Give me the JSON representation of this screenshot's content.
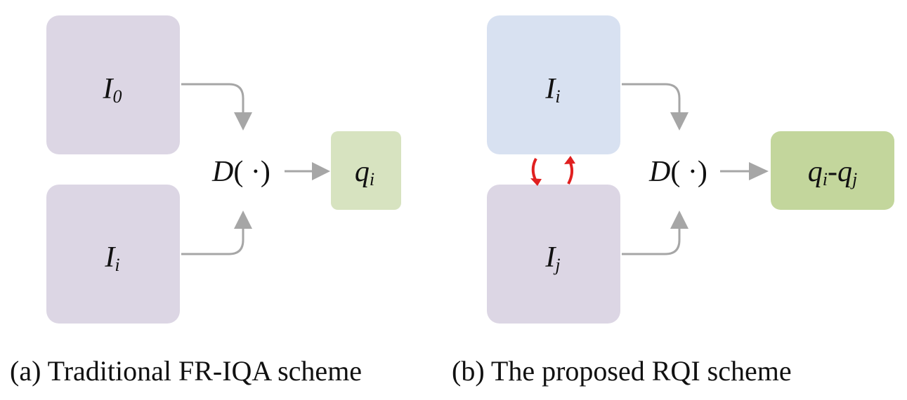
{
  "colors": {
    "purple_box": "#dcd6e4",
    "blue_box": "#d8e1f1",
    "green_light": "#d7e3c0",
    "green_dark": "#c3d69c",
    "arrow_gray": "#a6a6a6",
    "swap_red": "#e02020",
    "text": "#111111"
  },
  "panel_a": {
    "box_top": {
      "main": "I",
      "sub": "0"
    },
    "box_bottom": {
      "main": "I",
      "sub": "i"
    },
    "operator": {
      "name": "D",
      "args": "( ·)"
    },
    "output": {
      "main": "q",
      "sub": "i"
    },
    "caption": "(a) Traditional FR-IQA scheme"
  },
  "panel_b": {
    "box_top": {
      "main": "I",
      "sub": "i"
    },
    "box_bottom": {
      "main": "I",
      "sub": "j"
    },
    "operator": {
      "name": "D",
      "args": "( ·)"
    },
    "output": {
      "main1": "q",
      "sub1": "i",
      "dash": "-",
      "main2": "q",
      "sub2": "j"
    },
    "caption": "(b) The proposed RQI scheme"
  }
}
